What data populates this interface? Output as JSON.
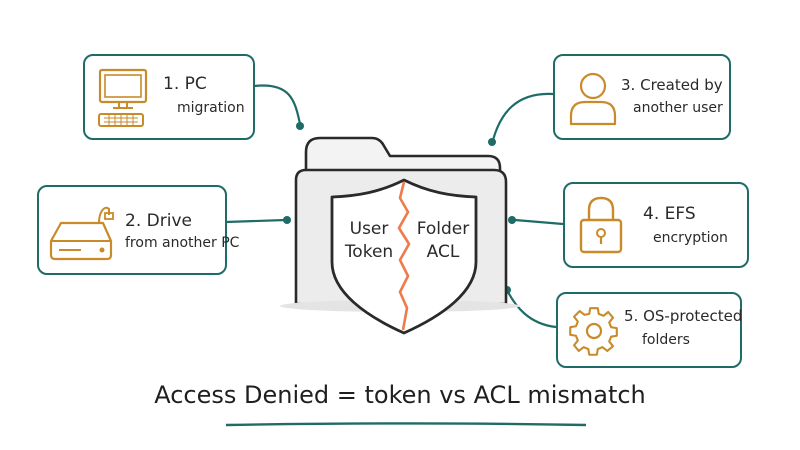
{
  "colors": {
    "teal": "#1f6b66",
    "orange_icon": "#c98a2a",
    "crack": "#f07a4a",
    "ink": "#2a2a2a"
  },
  "causes": [
    {
      "number": "1.",
      "title": "PC",
      "subtitle": "migration",
      "icon": "computer-icon"
    },
    {
      "number": "2.",
      "title": "Drive",
      "subtitle": "from another PC",
      "icon": "hard-drive-icon"
    },
    {
      "number": "3.",
      "title": "Created by",
      "subtitle": "another user",
      "icon": "user-icon"
    },
    {
      "number": "4.",
      "title": "EFS",
      "subtitle": "encryption",
      "icon": "padlock-icon"
    },
    {
      "number": "5.",
      "title": "OS-protected",
      "subtitle": "folders",
      "icon": "gear-icon"
    }
  ],
  "shield": {
    "left_line1": "User",
    "left_line2": "Token",
    "right_line1": "Folder",
    "right_line2": "ACL"
  },
  "caption": "Access Denied = token vs ACL mismatch"
}
